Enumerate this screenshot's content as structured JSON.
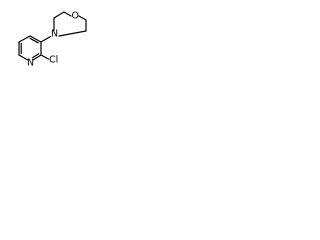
{
  "molecule": {
    "atom_labels": {
      "morpholine_oxygen": "O",
      "morpholine_nitrogen": "N",
      "pyridine_nitrogen": "N",
      "chlorine": "Cl"
    },
    "colors": {
      "bond": "#000000",
      "label": "#000000",
      "background": "#ffffff"
    }
  }
}
